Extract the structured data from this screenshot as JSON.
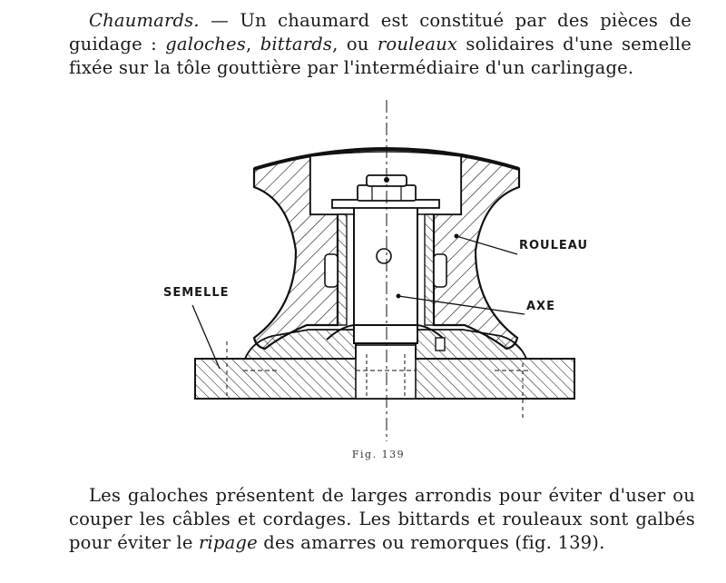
{
  "top_paragraph": {
    "term": "Chaumards.",
    "intro": " — Un chaumard est constitué par des pièces de guidage : ",
    "galoches": "galoches",
    "sep1": ", ",
    "bittards": "bittards",
    "sep2": ", ou ",
    "rouleaux": "rouleaux",
    "rest": " solidaires d'une semelle fixée sur la tôle gouttière par l'intermédiaire d'un carlingage."
  },
  "figure": {
    "labels": {
      "rouleau": "ROULEAU",
      "axe": "AXE",
      "semelle": "SEMELLE"
    },
    "caption": "Fig. 139"
  },
  "bottom_paragraph": {
    "text_before": "Les galoches présentent de larges arrondis pour éviter d'user ou couper les câbles et cordages. Les bittards et rouleaux sont galbés pour éviter le ",
    "ripage": "ripage",
    "text_after": " des amarres ou remorques (fig. 139)."
  }
}
